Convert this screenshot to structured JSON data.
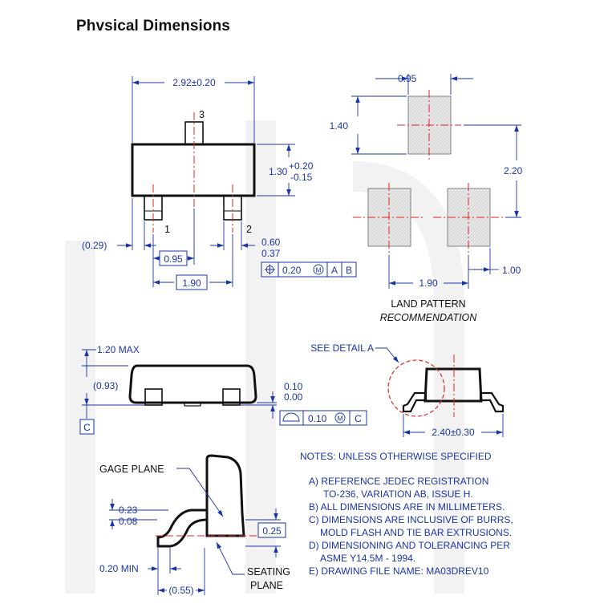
{
  "title": "Phvsical Dimensions",
  "top_view": {
    "width": "2.92±0.20",
    "pin3": "3",
    "pin1": "1",
    "pin2": "2",
    "height_nominal": "1.30",
    "height_plus": "+0.20",
    "height_minus": "-0.15",
    "offset": "(0.29)",
    "pitch": "0.95",
    "lead_max": "0.60",
    "lead_min": "0.37",
    "span": "1.90",
    "tolerance_value": "0.20",
    "datum_a": "A",
    "datum_b": "B"
  },
  "land_pattern": {
    "pad_width": "0.95",
    "pad_length": "1.40",
    "total_height": "2.20",
    "pad_offset": "1.00",
    "pad_span": "1.90",
    "label_line1": "LAND PATTERN",
    "label_line2": "RECOMMENDATION"
  },
  "side_view": {
    "max_height": "1.20 MAX",
    "body_height": "(0.93)",
    "datum_c": "C",
    "standoff_max": "0.10",
    "standoff_min": "0.00",
    "flatness_value": "0.10",
    "flatness_datum": "C"
  },
  "end_view": {
    "detail_label": "SEE DETAIL A",
    "lead_span": "2.40±0.30"
  },
  "detail_a": {
    "gage_plane": "GAGE PLANE",
    "lead_thk_max": "0.23",
    "lead_thk_min": "0.08",
    "gage_height": "0.25",
    "foot_min": "0.20 MIN",
    "foot_len": "(0.55)",
    "seating_line1": "SEATING",
    "seating_line2": "PLANE"
  },
  "notes": {
    "header": "NOTES: UNLESS OTHERWISE SPECIFIED",
    "lines": [
      "A)  REFERENCE JEDEC REGISTRATION",
      "TO-236, VARIATION AB, ISSUE H.",
      "B)  ALL DIMENSIONS ARE IN MILLIMETERS.",
      "C)  DIMENSIONS ARE INCLUSIVE OF BURRS,",
      "MOLD FLASH AND TIE BAR EXTRUSIONS.",
      "D)  DIMENSIONING AND TOLERANCING PER",
      "ASME Y14.5M - 1994.",
      "E)  DRAWING FILE NAME: MA03DREV10"
    ]
  },
  "colors": {
    "dimension": "#1a35a8",
    "outline": "#111111",
    "centerline": "#e0261e",
    "pad_fill": "#e6e6e6",
    "watermark": "#f0f0f0"
  }
}
